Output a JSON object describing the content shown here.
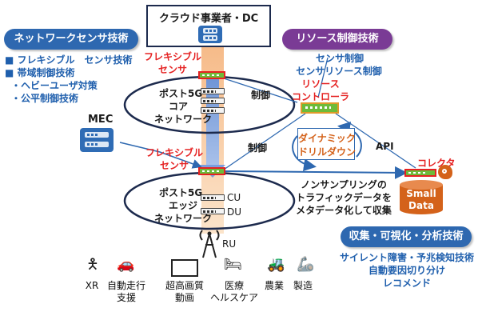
{
  "cloud": {
    "title": "クラウド事業者・DC"
  },
  "left_panel": {
    "title": "ネットワークセンサ技術",
    "items": [
      "■ フレキシブル　センサ技術",
      "■ 帯域制御技術",
      "・ヘビーユーザ対策",
      "・公平制御技術"
    ]
  },
  "resource_panel": {
    "title": "リソース制御技術",
    "line1": "センサ制御",
    "line2": "センサリソース制御"
  },
  "flex_sensor_top": {
    "line1": "フレキシブル",
    "line2": "センサ"
  },
  "flex_sensor_mid": {
    "line1": "フレキシブル",
    "line2": "センサ"
  },
  "core": {
    "line1": "ポスト5G",
    "line2": "コア",
    "line3": "ネットワーク"
  },
  "edge": {
    "line1": "ポスト5G",
    "line2": "エッジ",
    "line3": "ネットワーク",
    "cu": "CU",
    "du": "DU"
  },
  "mec": {
    "label": "MEC"
  },
  "controller": {
    "line1": "リソース",
    "line2": "コントローラ"
  },
  "control_labels": {
    "control1": "制御",
    "control2": "制御"
  },
  "drilldown": {
    "line1": "ダイナミック",
    "line2": "ドリルダウン"
  },
  "api_label": "API",
  "collector": {
    "label": "コレクタ",
    "small": "Small",
    "data": "Data"
  },
  "nonsampling": {
    "line1": "ノンサンプリングの",
    "line2": "トラフィックデータを",
    "line3": "メタデータ化して収集"
  },
  "analysis_panel": {
    "title": "収集・可視化・分析技術",
    "line1": "サイレント障害・予兆検知技術",
    "line2": "自動要因切り分け",
    "line3": "レコメンド"
  },
  "ru_label": "RU",
  "use_cases": [
    {
      "label": "XR",
      "icon": "person-vr-icon"
    },
    {
      "label": "自動走行\n支援",
      "icon": "car-icon"
    },
    {
      "label": "超高画質\n動画",
      "icon": "monitor-icon"
    },
    {
      "label": "医療\nヘルスケア",
      "icon": "medical-bed-icon"
    },
    {
      "label": "農業",
      "icon": "tractor-icon"
    },
    {
      "label": "製造",
      "icon": "robot-arm-icon"
    }
  ],
  "colors": {
    "blue": "#2e68b0",
    "purple": "#7a3b95",
    "red": "#e52222",
    "orange": "#d4621a",
    "green": "#6dbb3a"
  }
}
